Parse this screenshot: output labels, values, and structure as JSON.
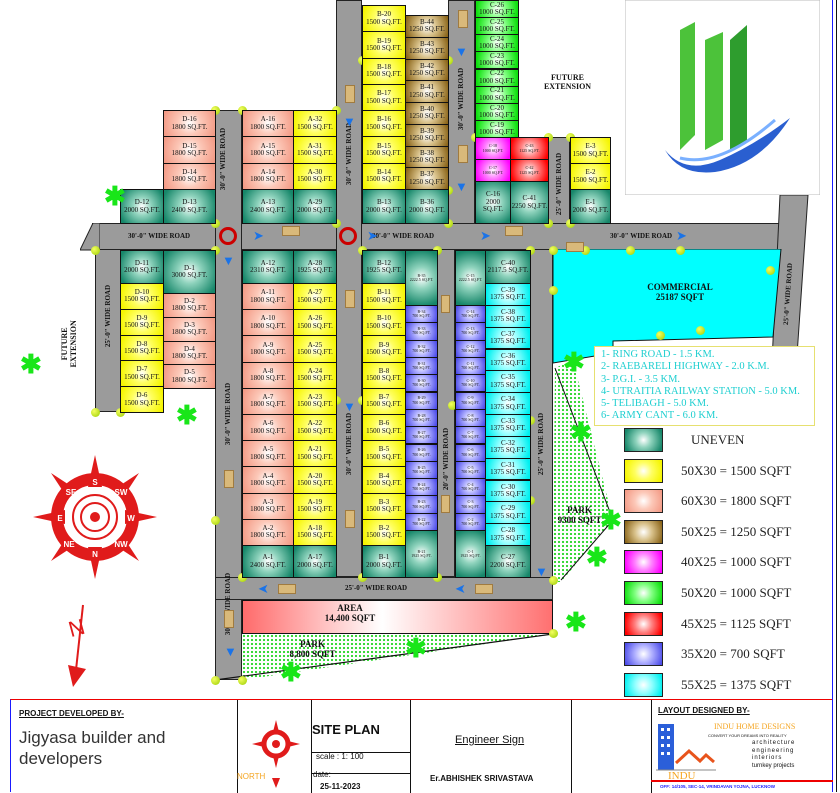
{
  "labels": {
    "road_30": "30'-0\" WIDE ROAD",
    "road_25": "25'-0\" WIDE ROAD",
    "road_20": "20'-0\" WIDE ROAD",
    "future_extension": "FUTURE EXTENSION",
    "commercial_title": "COMMERCIAL",
    "commercial_area": "25187 SQFT",
    "area_title": "AREA",
    "area_value": "14,400 SQFT",
    "park1_title": "PARK",
    "park1_value": "8,800 SQFT",
    "park2_title": "PARK",
    "park2_value": "9300 SQFT"
  },
  "distances": [
    "1- RING ROAD - 1.5 KM.",
    "2- RAEBARELI HIGHWAY - 2.0 K.M.",
    "3- P.G.I. - 3.5 KM.",
    "4- UTRAITIA RAILWAY STATION - 5.0 KM.",
    "5- TELIBAGH - 5.0 KM.",
    "6- ARMY CANT - 6.0 KM."
  ],
  "legend": [
    {
      "type": "uneven",
      "label": "UNEVEN"
    },
    {
      "type": "y1500",
      "label": "50X30 = 1500 SQFT"
    },
    {
      "type": "s1800",
      "label": "60X30 = 1800 SQFT"
    },
    {
      "type": "b1250",
      "label": "50X25 = 1250 SQFT"
    },
    {
      "type": "m1000",
      "label": "40X25 = 1000 SQFT"
    },
    {
      "type": "g1000",
      "label": "50X20 = 1000 SQFT"
    },
    {
      "type": "r1125",
      "label": "45X25 = 1125 SQFT"
    },
    {
      "type": "v700",
      "label": "35X20 = 700 SQFT"
    },
    {
      "type": "c1375",
      "label": "55X25 = 1375 SQFT"
    }
  ],
  "compass": {
    "n": "N",
    "ne": "NE",
    "e": "E",
    "se": "SE",
    "s": "S",
    "sw": "SW",
    "w": "W",
    "nw": "NW"
  },
  "title_block": {
    "project_by": "PROJECT DEVELOPED BY-",
    "developer": "Jigyasa builder and developers",
    "north": "NORTH",
    "site_plan": "SITE PLAN",
    "scale": "scale :  1: 100",
    "date_label": "date:",
    "date": "25-11-2023",
    "engineer_sign": "Engineer Sign",
    "engineer_name": "Er.ABHISHEK SRIVASTAVA",
    "designed_by": "LAYOUT DESIGNED BY-",
    "firm": "INDU HOME DESIGNS",
    "tagline": "CONVERT YOUR DREAMS INTO REALITY",
    "services": [
      "architecture",
      "engineering",
      "interiors",
      "turnkey projects"
    ],
    "logo_text": "INDU",
    "address": "OFF:  14/105, SEC-14, VRINDAVAN YOJNA, LUCKNOW"
  },
  "plots": {
    "d_top": [
      {
        "id": "D-16",
        "area": "1800 SQ.FT.",
        "type": "s1800"
      },
      {
        "id": "D-15",
        "area": "1800 SQ.FT.",
        "type": "s1800"
      },
      {
        "id": "D-14",
        "area": "1800 SQ.FT.",
        "type": "s1800"
      }
    ],
    "d12": [
      {
        "id": "D-12",
        "area": "2000 SQ.FT.",
        "type": "uneven"
      }
    ],
    "d13": [
      {
        "id": "D-13",
        "area": "2400 SQ.FT.",
        "type": "uneven"
      }
    ],
    "d11": [
      {
        "id": "D-11",
        "area": "2000 SQ.FT.",
        "type": "uneven"
      }
    ],
    "d1": [
      {
        "id": "D-1",
        "area": "3000 SQ.FT.",
        "type": "uneven"
      }
    ],
    "d_left": [
      {
        "id": "D-10",
        "area": "1500 SQ.FT.",
        "type": "y1500"
      },
      {
        "id": "D-9",
        "area": "1500 SQ.FT.",
        "type": "y1500"
      },
      {
        "id": "D-8",
        "area": "1500 SQ.FT.",
        "type": "y1500"
      },
      {
        "id": "D-7",
        "area": "1500 SQ.FT.",
        "type": "y1500"
      },
      {
        "id": "D-6",
        "area": "1500 SQ.FT.",
        "type": "y1500"
      }
    ],
    "d_right": [
      {
        "id": "D-2",
        "area": "1800 SQ.FT.",
        "type": "s1800"
      },
      {
        "id": "D-3",
        "area": "1800 SQ.FT.",
        "type": "s1800"
      },
      {
        "id": "D-4",
        "area": "1800 SQ.FT.",
        "type": "s1800"
      },
      {
        "id": "D-5",
        "area": "1800 SQ.FT.",
        "type": "s1800"
      }
    ],
    "a1_top": [
      {
        "id": "A-16",
        "area": "1800 SQ.FT.",
        "type": "s1800"
      },
      {
        "id": "A-15",
        "area": "1800 SQ.FT.",
        "type": "s1800"
      },
      {
        "id": "A-14",
        "area": "1800 SQ.FT.",
        "type": "s1800"
      }
    ],
    "a13": [
      {
        "id": "A-13",
        "area": "2400 SQ.FT.",
        "type": "uneven"
      }
    ],
    "a2_top": [
      {
        "id": "A-32",
        "area": "1500 SQ.FT.",
        "type": "y1500"
      },
      {
        "id": "A-31",
        "area": "1500 SQ.FT.",
        "type": "y1500"
      },
      {
        "id": "A-30",
        "area": "1500 SQ.FT.",
        "type": "y1500"
      }
    ],
    "a29": [
      {
        "id": "A-29",
        "area": "2000 SQ.FT.",
        "type": "uneven"
      }
    ],
    "a12": [
      {
        "id": "A-12",
        "area": "2310 SQ.FT.",
        "type": "uneven"
      }
    ],
    "a1_mid": [
      {
        "id": "A-11",
        "area": "1800 SQ.FT.",
        "type": "s1800"
      },
      {
        "id": "A-10",
        "area": "1800 SQ.FT.",
        "type": "s1800"
      },
      {
        "id": "A-9",
        "area": "1800 SQ.FT.",
        "type": "s1800"
      },
      {
        "id": "A-8",
        "area": "1800 SQ.FT.",
        "type": "s1800"
      },
      {
        "id": "A-7",
        "area": "1800 SQ.FT.",
        "type": "s1800"
      },
      {
        "id": "A-6",
        "area": "1800 SQ.FT.",
        "type": "s1800"
      },
      {
        "id": "A-5",
        "area": "1800 SQ.FT.",
        "type": "s1800"
      },
      {
        "id": "A-4",
        "area": "1800 SQ.FT.",
        "type": "s1800"
      },
      {
        "id": "A-3",
        "area": "1800 SQ.FT.",
        "type": "s1800"
      },
      {
        "id": "A-2",
        "area": "1800 SQ.FT.",
        "type": "s1800"
      }
    ],
    "a1": [
      {
        "id": "A-1",
        "area": "2400 SQ.FT.",
        "type": "uneven"
      }
    ],
    "a28": [
      {
        "id": "A-28",
        "area": "1925 SQ.FT.",
        "type": "uneven"
      }
    ],
    "a2_mid": [
      {
        "id": "A-27",
        "area": "1500 SQ.FT.",
        "type": "y1500"
      },
      {
        "id": "A-26",
        "area": "1500 SQ.FT.",
        "type": "y1500"
      },
      {
        "id": "A-25",
        "area": "1500 SQ.FT.",
        "type": "y1500"
      },
      {
        "id": "A-24",
        "area": "1500 SQ.FT.",
        "type": "y1500"
      },
      {
        "id": "A-23",
        "area": "1500 SQ.FT.",
        "type": "y1500"
      },
      {
        "id": "A-22",
        "area": "1500 SQ.FT.",
        "type": "y1500"
      },
      {
        "id": "A-21",
        "area": "1500 SQ.FT.",
        "type": "y1500"
      },
      {
        "id": "A-20",
        "area": "1500 SQ.FT.",
        "type": "y1500"
      },
      {
        "id": "A-19",
        "area": "1500 SQ.FT.",
        "type": "y1500"
      },
      {
        "id": "A-18",
        "area": "1500 SQ.FT.",
        "type": "y1500"
      }
    ],
    "a17": [
      {
        "id": "A-17",
        "area": "2000 SQ.FT.",
        "type": "uneven"
      }
    ],
    "b1_top": [
      {
        "id": "B-20",
        "area": "1500 SQ.FT.",
        "type": "y1500"
      },
      {
        "id": "B-19",
        "area": "1500 SQ.FT.",
        "type": "y1500"
      },
      {
        "id": "B-18",
        "area": "1500 SQ.FT.",
        "type": "y1500"
      },
      {
        "id": "B-17",
        "area": "1500 SQ.FT.",
        "type": "y1500"
      },
      {
        "id": "B-16",
        "area": "1500 SQ.FT.",
        "type": "y1500"
      },
      {
        "id": "B-15",
        "area": "1500 SQ.FT.",
        "type": "y1500"
      },
      {
        "id": "B-14",
        "area": "1500 SQ.FT.",
        "type": "y1500"
      }
    ],
    "b13": [
      {
        "id": "B-13",
        "area": "2000 SQ.FT.",
        "type": "uneven"
      }
    ],
    "b2_top": [
      {
        "id": "B-44",
        "area": "1250 SQ.FT.",
        "type": "b1250"
      },
      {
        "id": "B-43",
        "area": "1250 SQ.FT.",
        "type": "b1250"
      },
      {
        "id": "B-42",
        "area": "1250 SQ.FT.",
        "type": "b1250"
      },
      {
        "id": "B-41",
        "area": "1250 SQ.FT.",
        "type": "b1250"
      },
      {
        "id": "B-40",
        "area": "1250 SQ.FT.",
        "type": "b1250"
      },
      {
        "id": "B-39",
        "area": "1250 SQ.FT.",
        "type": "b1250"
      },
      {
        "id": "B-38",
        "area": "1250 SQ.FT.",
        "type": "b1250"
      },
      {
        "id": "B-37",
        "area": "1250 SQ.FT.",
        "type": "b1250"
      }
    ],
    "b36": [
      {
        "id": "B-36",
        "area": "2000 SQ.FT.",
        "type": "uneven"
      }
    ],
    "b12": [
      {
        "id": "B-12",
        "area": "1925 SQ.FT.",
        "type": "uneven"
      }
    ],
    "b1_mid": [
      {
        "id": "B-11",
        "area": "1500 SQ.FT.",
        "type": "y1500"
      },
      {
        "id": "B-10",
        "area": "1500 SQ.FT.",
        "type": "y1500"
      },
      {
        "id": "B-9",
        "area": "1500 SQ.FT.",
        "type": "y1500"
      },
      {
        "id": "B-8",
        "area": "1500 SQ.FT.",
        "type": "y1500"
      },
      {
        "id": "B-7",
        "area": "1500 SQ.FT.",
        "type": "y1500"
      },
      {
        "id": "B-6",
        "area": "1500 SQ.FT.",
        "type": "y1500"
      },
      {
        "id": "B-5",
        "area": "1500 SQ.FT.",
        "type": "y1500"
      },
      {
        "id": "B-4",
        "area": "1500 SQ.FT.",
        "type": "y1500"
      },
      {
        "id": "B-3",
        "area": "1500 SQ.FT.",
        "type": "y1500"
      },
      {
        "id": "B-2",
        "area": "1500 SQ.FT.",
        "type": "y1500"
      }
    ],
    "b1": [
      {
        "id": "B-1",
        "area": "2000 SQ.FT.",
        "type": "uneven"
      }
    ],
    "b35": [
      {
        "id": "B-35",
        "area": "2222.5 SQ.FT.",
        "type": "uneven"
      }
    ],
    "b2_mid": [
      {
        "id": "B-34",
        "area": "700 SQ.FT.",
        "type": "v700"
      },
      {
        "id": "B-33",
        "area": "700 SQ.FT.",
        "type": "v700"
      },
      {
        "id": "B-32",
        "area": "700 SQ.FT.",
        "type": "v700"
      },
      {
        "id": "B-31",
        "area": "700 SQ.FT.",
        "type": "v700"
      },
      {
        "id": "B-30",
        "area": "700 SQ.FT.",
        "type": "v700"
      },
      {
        "id": "B-29",
        "area": "700 SQ.FT.",
        "type": "v700"
      },
      {
        "id": "B-28",
        "area": "700 SQ.FT.",
        "type": "v700"
      },
      {
        "id": "B-27",
        "area": "700 SQ.FT.",
        "type": "v700"
      },
      {
        "id": "B-26",
        "area": "700 SQ.FT.",
        "type": "v700"
      },
      {
        "id": "B-25",
        "area": "700 SQ.FT.",
        "type": "v700"
      },
      {
        "id": "B-24",
        "area": "700 SQ.FT.",
        "type": "v700"
      },
      {
        "id": "B-23",
        "area": "700 SQ.FT.",
        "type": "v700"
      },
      {
        "id": "B-22",
        "area": "700 SQ.FT.",
        "type": "v700"
      }
    ],
    "b21": [
      {
        "id": "B-21",
        "area": "1925 SQ.FT.",
        "type": "uneven"
      }
    ],
    "c15": [
      {
        "id": "C-15",
        "area": "2222.5 SQ.FT.",
        "type": "uneven"
      }
    ],
    "c_mid": [
      {
        "id": "C-14",
        "area": "700 SQ.FT.",
        "type": "v700"
      },
      {
        "id": "C-13",
        "area": "700 SQ.FT.",
        "type": "v700"
      },
      {
        "id": "C-12",
        "area": "700 SQ.FT.",
        "type": "v700"
      },
      {
        "id": "C-11",
        "area": "700 SQ.FT.",
        "type": "v700"
      },
      {
        "id": "C-10",
        "area": "700 SQ.FT.",
        "type": "v700"
      },
      {
        "id": "C-9",
        "area": "700 SQ.FT.",
        "type": "v700"
      },
      {
        "id": "C-8",
        "area": "700 SQ.FT.",
        "type": "v700"
      },
      {
        "id": "C-7",
        "area": "700 SQ.FT.",
        "type": "v700"
      },
      {
        "id": "C-6",
        "area": "700 SQ.FT.",
        "type": "v700"
      },
      {
        "id": "C-5",
        "area": "700 SQ.FT.",
        "type": "v700"
      },
      {
        "id": "C-4",
        "area": "700 SQ.FT.",
        "type": "v700"
      },
      {
        "id": "C-3",
        "area": "700 SQ.FT.",
        "type": "v700"
      },
      {
        "id": "C-2",
        "area": "700 SQ.FT.",
        "type": "v700"
      }
    ],
    "c1": [
      {
        "id": "C-1",
        "area": "1925 SQ.FT.",
        "type": "uneven"
      }
    ],
    "c40": [
      {
        "id": "C-40",
        "area": "2117.5 SQ.FT.",
        "type": "uneven"
      }
    ],
    "c2_mid": [
      {
        "id": "C-39",
        "area": "1375 SQ.FT.",
        "type": "c1375"
      },
      {
        "id": "C-38",
        "area": "1375 SQ.FT.",
        "type": "c1375"
      },
      {
        "id": "C-37",
        "area": "1375 SQ.FT.",
        "type": "c1375"
      },
      {
        "id": "C-36",
        "area": "1375 SQ.FT.",
        "type": "c1375"
      },
      {
        "id": "C-35",
        "area": "1375 SQ.FT.",
        "type": "c1375"
      },
      {
        "id": "C-34",
        "area": "1375 SQ.FT.",
        "type": "c1375"
      },
      {
        "id": "C-33",
        "area": "1375 SQ.FT.",
        "type": "c1375"
      },
      {
        "id": "C-32",
        "area": "1375 SQ.FT.",
        "type": "c1375"
      },
      {
        "id": "C-31",
        "area": "1375 SQ.FT.",
        "type": "c1375"
      },
      {
        "id": "C-30",
        "area": "1375 SQ.FT.",
        "type": "c1375"
      },
      {
        "id": "C-29",
        "area": "1375 SQ.FT.",
        "type": "c1375"
      },
      {
        "id": "C-28",
        "area": "1375 SQ.FT.",
        "type": "c1375"
      }
    ],
    "c27": [
      {
        "id": "C-27",
        "area": "2200 SQ.FT.",
        "type": "uneven"
      }
    ],
    "c_top": [
      {
        "id": "C-26",
        "area": "1000 SQ.FT.",
        "type": "g1000"
      },
      {
        "id": "C-25",
        "area": "1000 SQ.FT.",
        "type": "g1000"
      },
      {
        "id": "C-24",
        "area": "1000 SQ.FT.",
        "type": "g1000"
      },
      {
        "id": "C-23",
        "area": "1000 SQ.FT.",
        "type": "g1000"
      },
      {
        "id": "C-22",
        "area": "1000 SQ.FT.",
        "type": "g1000"
      },
      {
        "id": "C-21",
        "area": "1000 SQ.FT.",
        "type": "g1000"
      },
      {
        "id": "C-20",
        "area": "1000 SQ.FT.",
        "type": "g1000"
      },
      {
        "id": "C-19",
        "area": "1000 SQ.FT.",
        "type": "g1000"
      }
    ],
    "c_mag": [
      {
        "id": "C-18",
        "area": "1000 SQ.FT.",
        "type": "m1000"
      },
      {
        "id": "C-17",
        "area": "1000 SQ.FT.",
        "type": "m1000"
      }
    ],
    "c_red": [
      {
        "id": "C-43",
        "area": "1125 SQ.FT.",
        "type": "r1125"
      },
      {
        "id": "C-42",
        "area": "1125 SQ.FT.",
        "type": "r1125"
      }
    ],
    "c16": [
      {
        "id": "C-16",
        "area": "2000 SQ.FT.",
        "type": "uneven"
      }
    ],
    "c41": [
      {
        "id": "C-41",
        "area": "2250 SQ.FT.",
        "type": "uneven"
      }
    ],
    "e_col": [
      {
        "id": "E-3",
        "area": "1500 SQ.FT.",
        "type": "y1500"
      },
      {
        "id": "E-2",
        "area": "1500 SQ.FT.",
        "type": "y1500"
      }
    ],
    "e1": [
      {
        "id": "E-1",
        "area": "2000 SQ.FT.",
        "type": "uneven"
      }
    ]
  }
}
